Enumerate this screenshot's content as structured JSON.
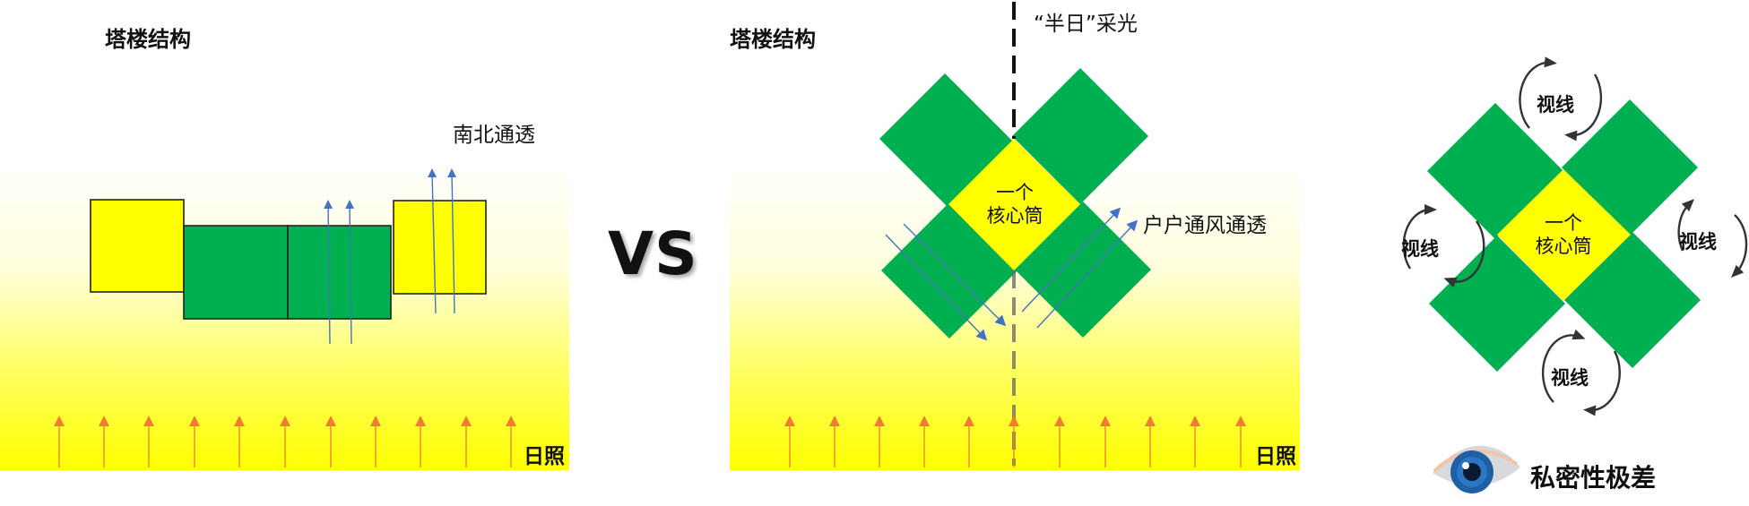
{
  "left_panel": {
    "title": "塔楼结构",
    "label_ventilation": "南北通透",
    "sun_label": "日照"
  },
  "vs_text": "VS",
  "middle_panel": {
    "title": "塔楼结构",
    "label_half_day": "“半日”采光",
    "core_line1": "一个",
    "core_line2": "核心筒",
    "label_ventilation": "户户通风通透",
    "sun_label": "日照"
  },
  "right_panel": {
    "core_line1": "一个",
    "core_line2": "核心筒",
    "view_top": "视线",
    "view_left": "视线",
    "view_right": "视线",
    "view_bottom": "视线",
    "privacy_label": "私密性极差"
  },
  "colors": {
    "green": "#00B050",
    "yellow": "#FFFF00",
    "blue_arrow": "#4472C4",
    "sun_arrow": "#ED7D31"
  },
  "icons": [
    "eye-icon",
    "curved-arrow-icon",
    "sun-arrow-icon"
  ]
}
